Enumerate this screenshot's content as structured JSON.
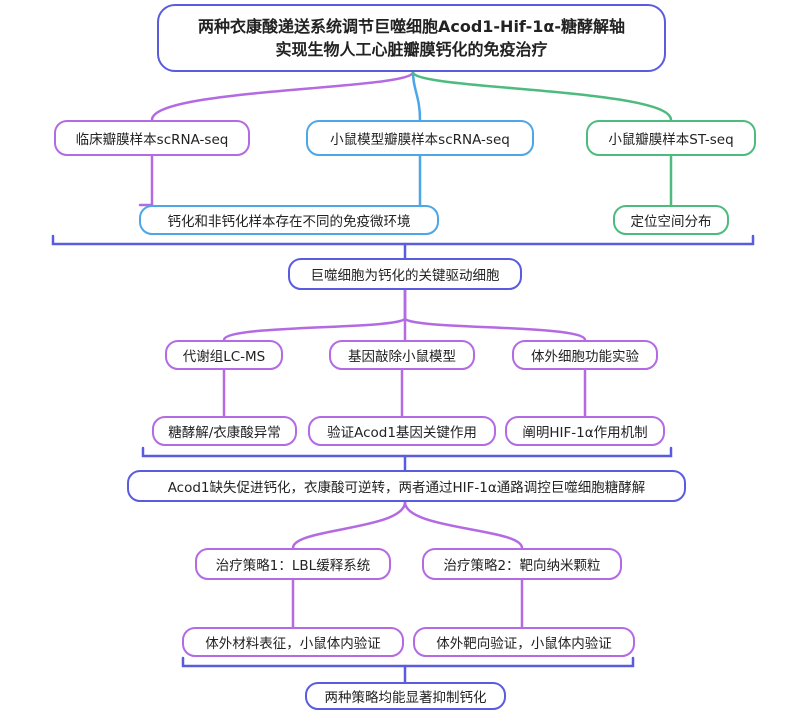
{
  "title": {
    "line1": "两种衣康酸递送系统调节巨噬细胞Acod1-Hif-1α-糖酵解轴",
    "line2": "实现生物人工心脏瓣膜钙化的免疫治疗"
  },
  "level1": {
    "clinical": "临床瓣膜样本scRNA-seq",
    "mouse_sc": "小鼠模型瓣膜样本scRNA-seq",
    "mouse_st": "小鼠瓣膜样本ST-seq"
  },
  "level1_results": {
    "immune_env": "钙化和非钙化样本存在不同的免疫微环境",
    "spatial": "定位空间分布"
  },
  "key_finding": "巨噬细胞为钙化的关键驱动细胞",
  "level2": {
    "lcms": "代谢组LC-MS",
    "knockout": "基因敲除小鼠模型",
    "invitro": "体外细胞功能实验"
  },
  "level2_results": {
    "glycolysis": "糖酵解/衣康酸异常",
    "acod1": "验证Acod1基因关键作用",
    "hif": "阐明HIF-1α作用机制"
  },
  "mechanism": "Acod1缺失促进钙化，衣康酸可逆转，两者通过HIF-1α通路调控巨噬细胞糖酵解",
  "level3": {
    "lbl": "治疗策略1：LBL缓释系统",
    "nano": "治疗策略2：靶向纳米颗粒"
  },
  "level3_results": {
    "lbl_validation": "体外材料表征，小鼠体内验证",
    "nano_validation": "体外靶向验证，小鼠体内验证"
  },
  "conclusion": "两种策略均能显著抑制钙化",
  "colors": {
    "indigo": "#5a5ce0",
    "purple": "#b36ae2",
    "blue": "#4da6e6",
    "green": "#4dbb7e"
  }
}
